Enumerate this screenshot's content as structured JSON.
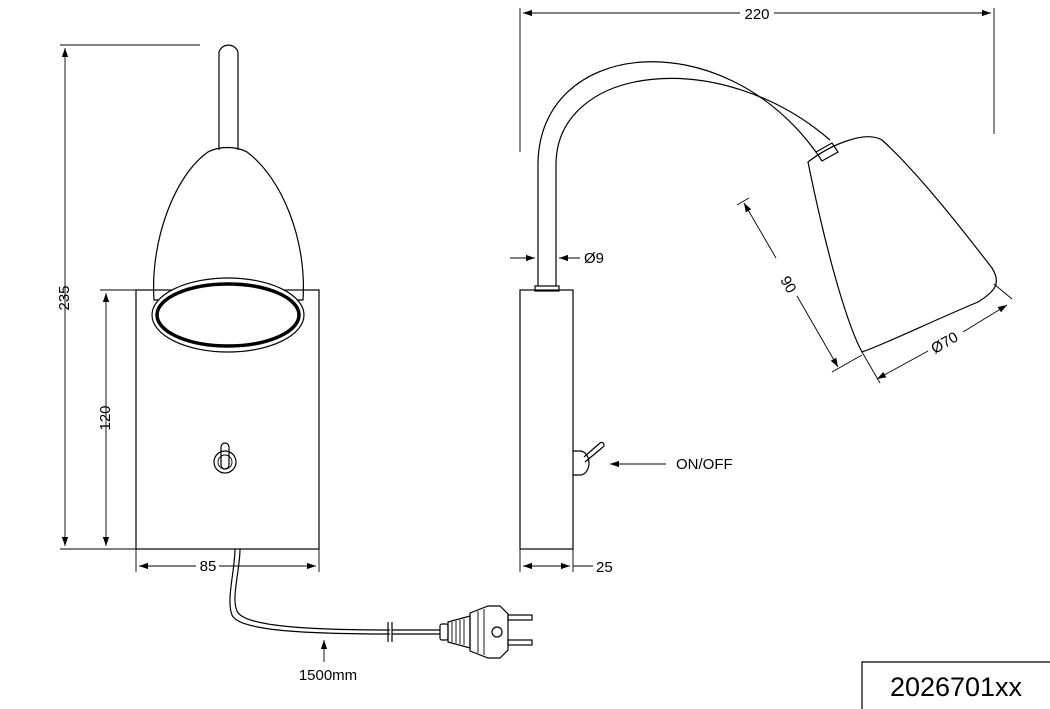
{
  "dimensions": {
    "width_total": "220",
    "height_total": "235",
    "base_height": "120",
    "base_width": "85",
    "base_depth": "25",
    "arm_diameter": "Ø9",
    "shade_length": "90",
    "shade_diameter": "Ø70",
    "cable_length": "1500mm"
  },
  "labels": {
    "switch": "ON/OFF"
  },
  "model_number": "2026701xx"
}
